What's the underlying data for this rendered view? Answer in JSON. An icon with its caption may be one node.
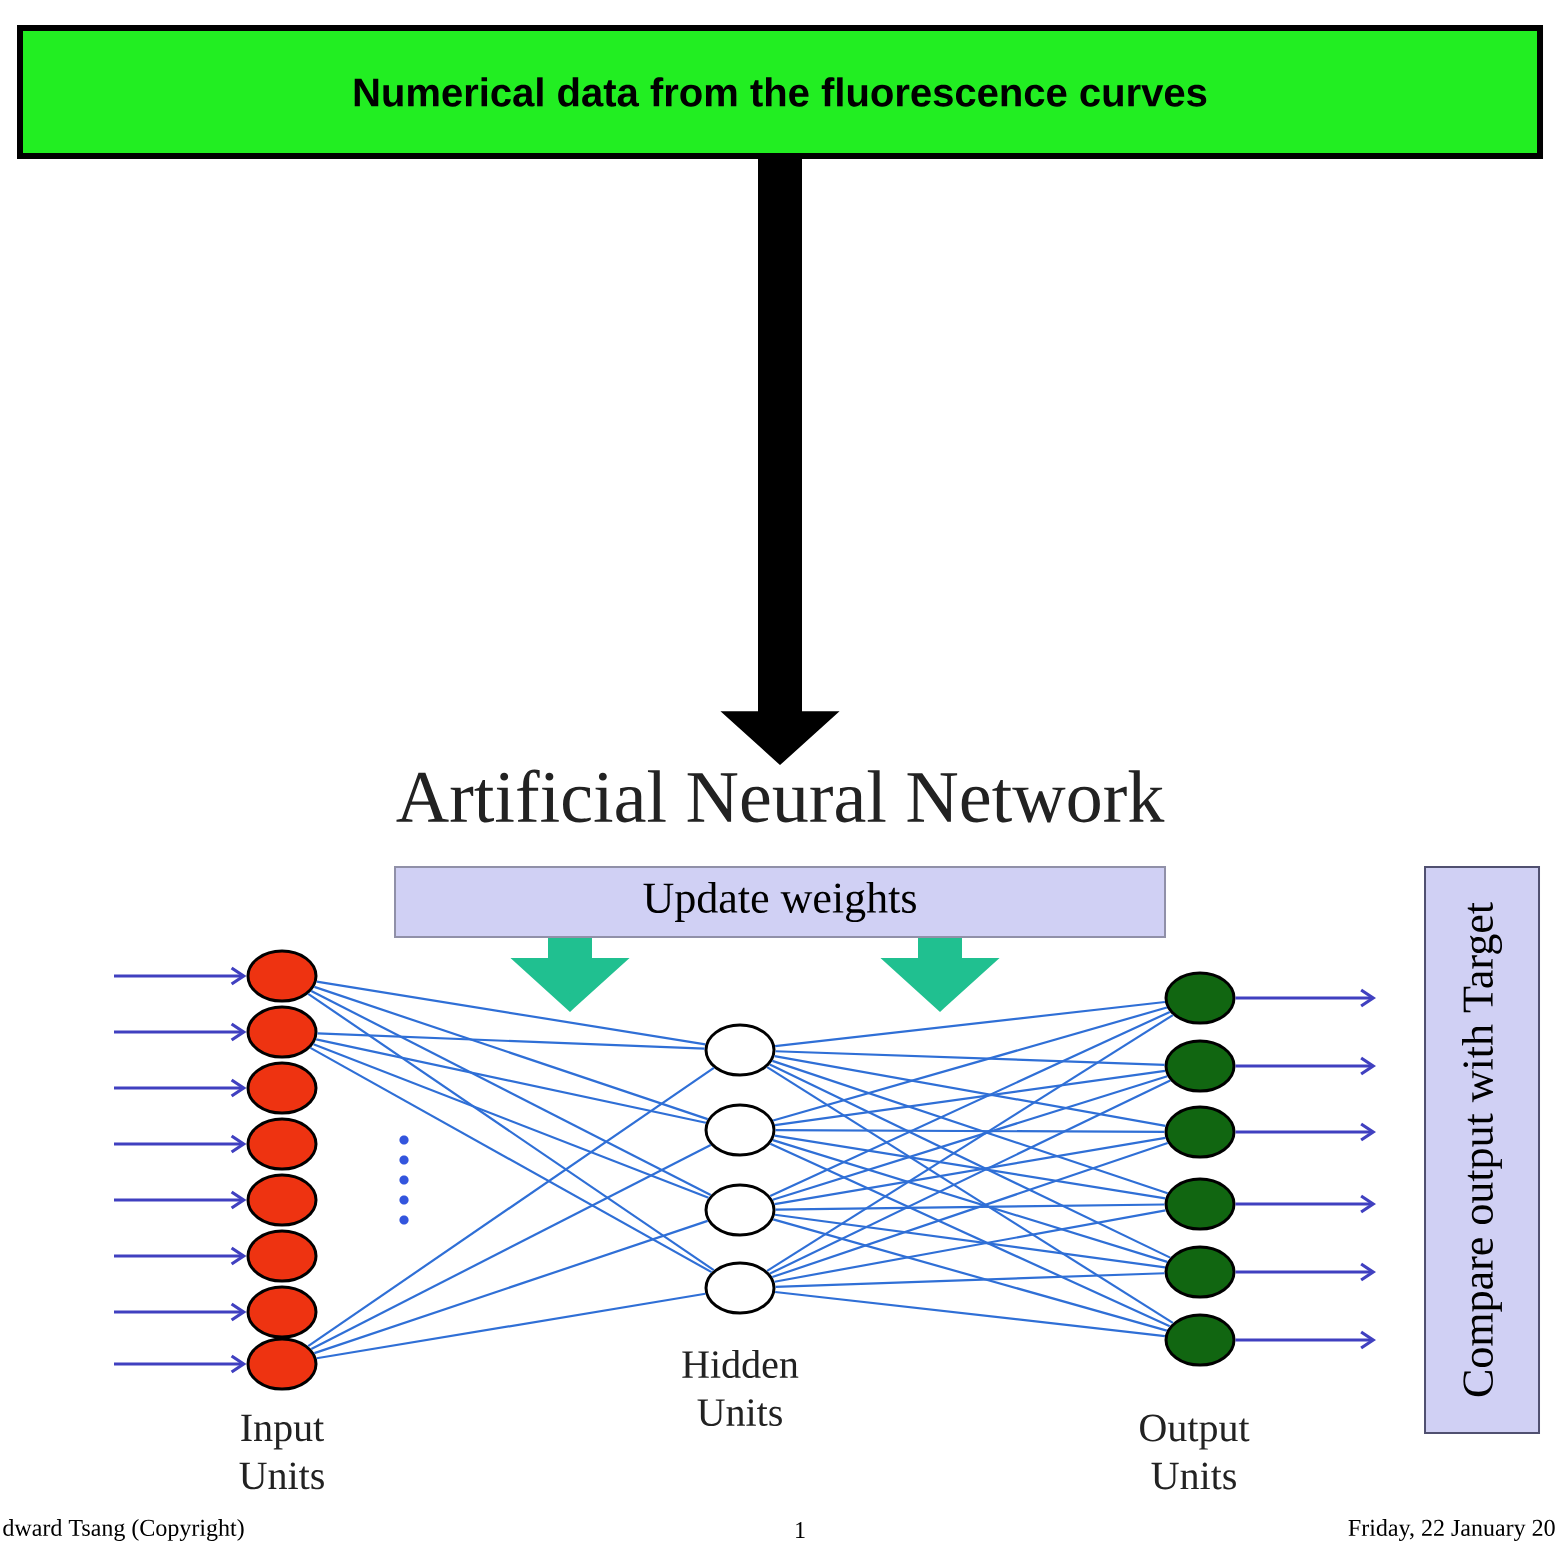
{
  "diagram": {
    "nodes": [
      {
        "text": [
          "Numerical data from the fluorescence curves"
        ]
      },
      {
        "text": [
          "Artificial Neural Network"
        ]
      },
      {
        "text": [
          "Update weights"
        ]
      },
      {
        "text": [
          "Compare output with Target"
        ]
      },
      {
        "text": [],
        "shape": "circle"
      },
      {
        "text": [],
        "shape": "circle"
      },
      {
        "text": [],
        "shape": "circle"
      },
      {
        "text": [],
        "shape": "circle"
      },
      {
        "text": [],
        "shape": "circle"
      },
      {
        "text": [],
        "shape": "circle"
      },
      {
        "text": [],
        "shape": "circle"
      },
      {
        "text": [],
        "shape": "circle"
      },
      {
        "text": [],
        "shape": "circle"
      },
      {
        "text": [],
        "shape": "circle"
      },
      {
        "text": [],
        "shape": "circle"
      },
      {
        "text": [],
        "shape": "circle"
      },
      {
        "text": [],
        "shape": "circle"
      },
      {
        "text": [],
        "shape": "circle"
      },
      {
        "text": [],
        "shape": "circle"
      },
      {
        "text": [],
        "shape": "circle"
      },
      {
        "text": [],
        "shape": "circle"
      },
      {
        "text": [],
        "shape": "circle"
      }
    ],
    "edges": [
      {
        "from": 0,
        "to": 1,
        "arrow": "to",
        "style": "thick",
        "color": "#000000"
      },
      {
        "from": 2,
        "to": null,
        "arrow": "to",
        "style": "thick",
        "color": "#20c090"
      },
      {
        "from": 2,
        "to": null,
        "arrow": "to",
        "style": "thick",
        "color": "#20c090"
      },
      {
        "from": null,
        "to": 4,
        "arrow": "to",
        "color": "#4040c0"
      },
      {
        "from": null,
        "to": 5,
        "arrow": "to",
        "color": "#4040c0"
      },
      {
        "from": null,
        "to": 6,
        "arrow": "to",
        "color": "#4040c0"
      },
      {
        "from": null,
        "to": 7,
        "arrow": "to",
        "color": "#4040c0"
      },
      {
        "from": null,
        "to": 8,
        "arrow": "to",
        "color": "#4040c0"
      },
      {
        "from": null,
        "to": 9,
        "arrow": "to",
        "color": "#4040c0"
      },
      {
        "from": null,
        "to": 10,
        "arrow": "to",
        "color": "#4040c0"
      },
      {
        "from": null,
        "to": 11,
        "arrow": "to",
        "color": "#4040c0"
      },
      {
        "from": 4,
        "to": 12,
        "arrow": "none"
      },
      {
        "from": 4,
        "to": 13,
        "arrow": "none"
      },
      {
        "from": 4,
        "to": 14,
        "arrow": "none"
      },
      {
        "from": 4,
        "to": 15,
        "arrow": "none"
      },
      {
        "from": 5,
        "to": 12,
        "arrow": "none"
      },
      {
        "from": 5,
        "to": 13,
        "arrow": "none"
      },
      {
        "from": 5,
        "to": 14,
        "arrow": "none"
      },
      {
        "from": 5,
        "to": 15,
        "arrow": "none"
      },
      {
        "from": 11,
        "to": 12,
        "arrow": "none"
      },
      {
        "from": 11,
        "to": 13,
        "arrow": "none"
      },
      {
        "from": 11,
        "to": 14,
        "arrow": "none"
      },
      {
        "from": 11,
        "to": 15,
        "arrow": "none"
      },
      {
        "from": 12,
        "to": 16,
        "arrow": "none"
      },
      {
        "from": 12,
        "to": 17,
        "arrow": "none"
      },
      {
        "from": 12,
        "to": 18,
        "arrow": "none"
      },
      {
        "from": 12,
        "to": 19,
        "arrow": "none"
      },
      {
        "from": 12,
        "to": 20,
        "arrow": "none"
      },
      {
        "from": 12,
        "to": 21,
        "arrow": "none"
      },
      {
        "from": 13,
        "to": 16,
        "arrow": "none"
      },
      {
        "from": 13,
        "to": 17,
        "arrow": "none"
      },
      {
        "from": 13,
        "to": 18,
        "arrow": "none"
      },
      {
        "from": 13,
        "to": 19,
        "arrow": "none"
      },
      {
        "from": 13,
        "to": 20,
        "arrow": "none"
      },
      {
        "from": 13,
        "to": 21,
        "arrow": "none"
      },
      {
        "from": 14,
        "to": 16,
        "arrow": "none"
      },
      {
        "from": 14,
        "to": 17,
        "arrow": "none"
      },
      {
        "from": 14,
        "to": 18,
        "arrow": "none"
      },
      {
        "from": 14,
        "to": 19,
        "arrow": "none"
      },
      {
        "from": 14,
        "to": 20,
        "arrow": "none"
      },
      {
        "from": 14,
        "to": 21,
        "arrow": "none"
      },
      {
        "from": 15,
        "to": 16,
        "arrow": "none"
      },
      {
        "from": 15,
        "to": 17,
        "arrow": "none"
      },
      {
        "from": 15,
        "to": 18,
        "arrow": "none"
      },
      {
        "from": 15,
        "to": 19,
        "arrow": "none"
      },
      {
        "from": 15,
        "to": 20,
        "arrow": "none"
      },
      {
        "from": 15,
        "to": 21,
        "arrow": "none"
      },
      {
        "from": 16,
        "to": null,
        "arrow": "to",
        "color": "#4040c0"
      },
      {
        "from": 17,
        "to": null,
        "arrow": "to",
        "color": "#4040c0"
      },
      {
        "from": 18,
        "to": null,
        "arrow": "to",
        "color": "#4040c0"
      },
      {
        "from": 19,
        "to": null,
        "arrow": "to",
        "color": "#4040c0"
      },
      {
        "from": 20,
        "to": null,
        "arrow": "to",
        "color": "#4040c0"
      },
      {
        "from": 21,
        "to": null,
        "arrow": "to",
        "color": "#4040c0"
      }
    ],
    "labels": [
      "Hidden Units",
      "Input Units",
      "Output Units",
      "dward Tsang (Copyright)",
      "1",
      "Friday, 22 January 20"
    ]
  }
}
